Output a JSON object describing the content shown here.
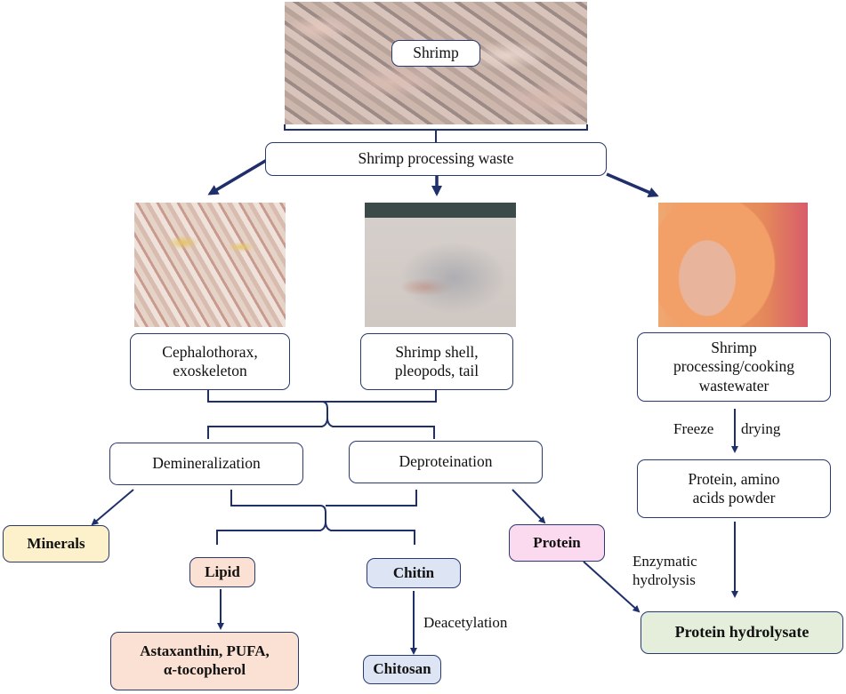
{
  "diagram": {
    "nodes": {
      "shrimp": "Shrimp",
      "waste": "Shrimp processing waste",
      "cephalothorax": [
        "Cephalothorax,",
        "exoskeleton"
      ],
      "shell": [
        "Shrimp shell,",
        "pleopods, tail"
      ],
      "wastewater": [
        "Shrimp",
        "processing/cooking",
        "wastewater"
      ],
      "demineralization": "Demineralization",
      "deproteination": "Deproteination",
      "minerals": "Minerals",
      "lipid": "Lipid",
      "chitin": "Chitin",
      "protein": "Protein",
      "astaxanthin": [
        "Astaxanthin, PUFA,",
        "α-tocopherol"
      ],
      "chitosan": "Chitosan",
      "powder": [
        "Protein, amino",
        "acids powder"
      ],
      "hydrolysate": "Protein hydrolysate"
    },
    "edge_labels": {
      "freeze": "Freeze",
      "drying": "drying",
      "enzymatic": [
        "Enzymatic",
        "hydrolysis"
      ],
      "deacetylation": "Deacetylation"
    },
    "photos": {
      "shrimp": "whole-shrimp-photo",
      "cephalothorax": "cephalothorax-waste-photo",
      "shell": "shrimp-shell-photo",
      "wastewater": "wastewater-bucket-photo"
    },
    "colors": {
      "line": "#1f2f6b",
      "border": "#2a3a6e",
      "minerals_fill": "#fdf1cc",
      "lipid_fill": "#fbe1d3",
      "chitin_fill": "#dde5f4",
      "protein_fill": "#fbd9ef",
      "hydrolysate_fill": "#e4eedb"
    }
  }
}
